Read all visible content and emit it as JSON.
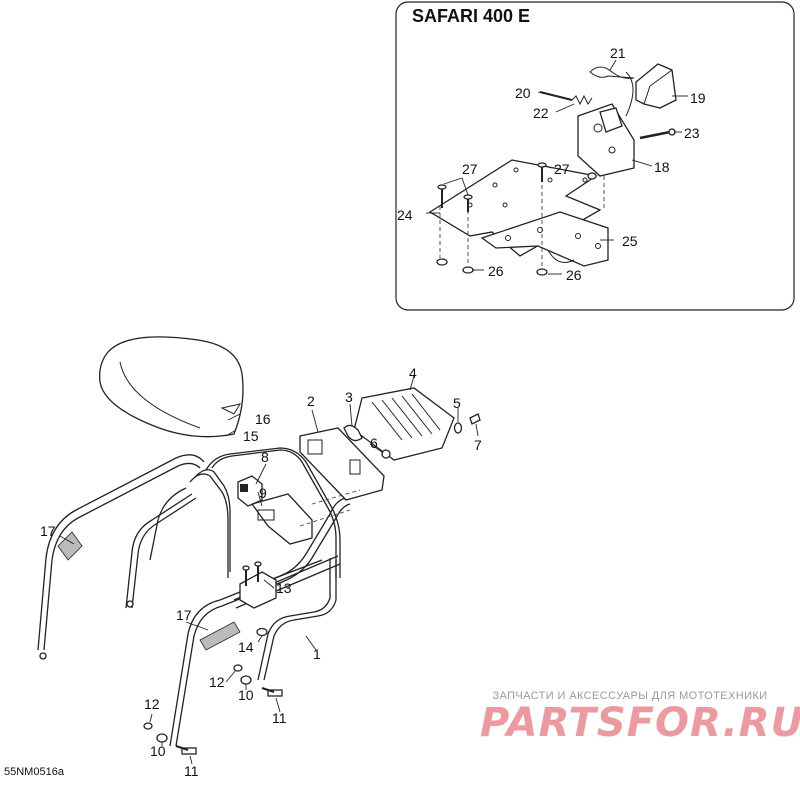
{
  "inset": {
    "title": "SAFARI 400 E"
  },
  "callouts": [
    "1",
    "2",
    "3",
    "4",
    "5",
    "6",
    "7",
    "8",
    "9",
    "10",
    "11",
    "12",
    "13",
    "14",
    "15",
    "16",
    "17",
    "18",
    "19",
    "20",
    "21",
    "22",
    "23",
    "24",
    "25",
    "26",
    "27"
  ],
  "drawing_code": "55NM0516a",
  "watermark": {
    "tagline": "ЗАПЧАСТИ И АКСЕССУАРЫ ДЛЯ МОТОТЕХНИКИ",
    "logo": "PARTSFOR.RU"
  }
}
